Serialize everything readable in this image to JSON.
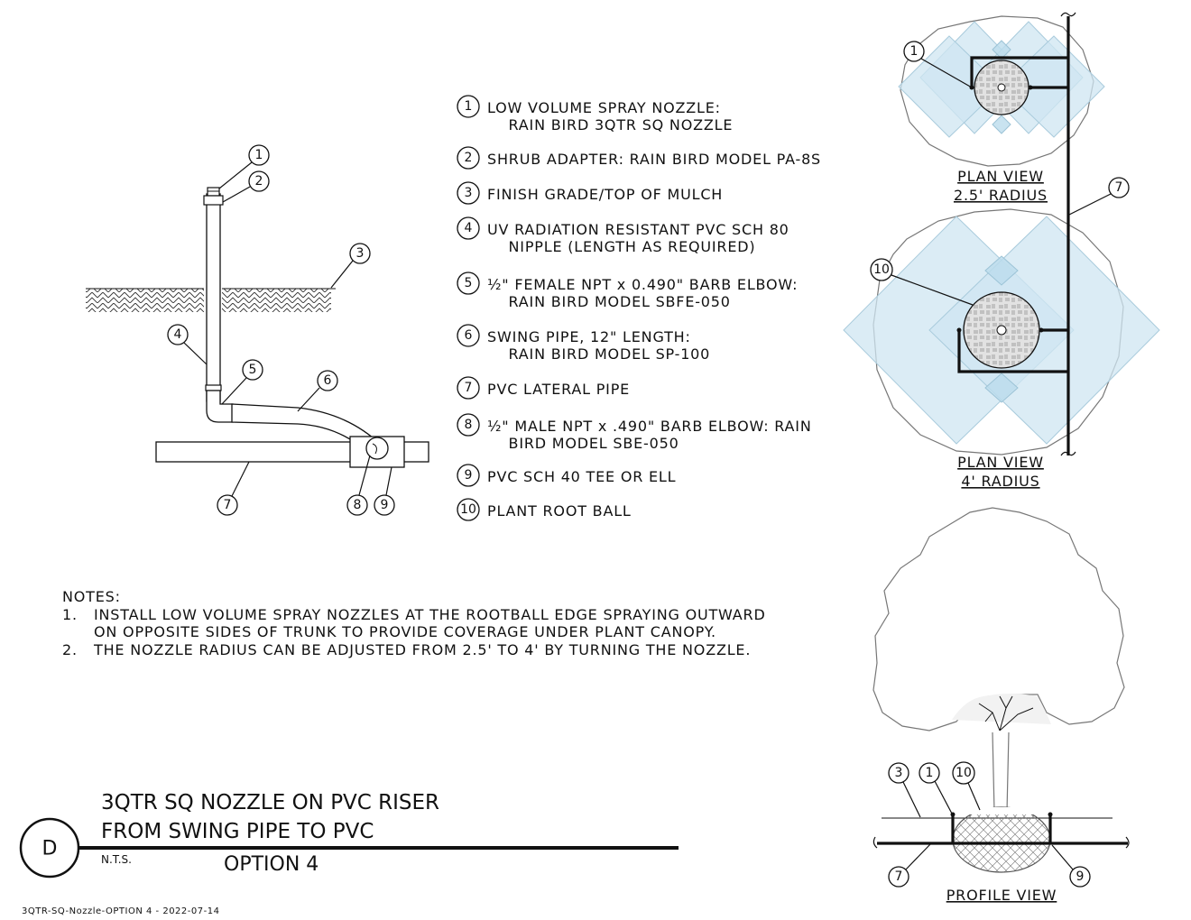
{
  "legend": [
    {
      "num": "1",
      "lines": [
        "LOW VOLUME SPRAY NOZZLE:",
        "    RAIN BIRD 3QTR SQ NOZZLE"
      ]
    },
    {
      "num": "2",
      "lines": [
        "SHRUB ADAPTER: RAIN BIRD MODEL PA-8S"
      ]
    },
    {
      "num": "3",
      "lines": [
        "FINISH GRADE/TOP OF MULCH"
      ]
    },
    {
      "num": "4",
      "lines": [
        "UV RADIATION RESISTANT PVC SCH 80",
        "    NIPPLE (LENGTH AS REQUIRED)"
      ]
    },
    {
      "num": "5",
      "lines": [
        "½\" FEMALE NPT x 0.490\" BARB ELBOW:",
        "    RAIN BIRD MODEL SBFE-050"
      ]
    },
    {
      "num": "6",
      "lines": [
        "SWING PIPE, 12\" LENGTH:",
        "    RAIN BIRD MODEL SP-100"
      ]
    },
    {
      "num": "7",
      "lines": [
        "PVC LATERAL PIPE"
      ]
    },
    {
      "num": "8",
      "lines": [
        "½\" MALE NPT x .490\" BARB ELBOW: RAIN",
        "    BIRD MODEL SBE-050"
      ]
    },
    {
      "num": "9",
      "lines": [
        "PVC SCH 40 TEE OR ELL"
      ]
    },
    {
      "num": "10",
      "lines": [
        "PLANT ROOT BALL"
      ]
    }
  ],
  "notes": {
    "heading": "NOTES:",
    "items": [
      {
        "num": "1.",
        "lines": [
          "INSTALL LOW VOLUME SPRAY NOZZLES AT THE ROOTBALL EDGE SPRAYING OUTWARD",
          "ON OPPOSITE SIDES OF TRUNK TO PROVIDE COVERAGE UNDER PLANT CANOPY."
        ]
      },
      {
        "num": "2.",
        "lines": [
          "THE NOZZLE RADIUS CAN BE ADJUSTED FROM 2.5' TO 4' BY TURNING THE NOZZLE."
        ]
      }
    ]
  },
  "views": {
    "plan_small": {
      "line1": "PLAN VIEW",
      "line2": "2.5' RADIUS"
    },
    "plan_large": {
      "line1": "PLAN VIEW",
      "line2": "4' RADIUS"
    },
    "profile": "PROFILE VIEW"
  },
  "section_callouts": {
    "section_view": [
      "1",
      "2",
      "3",
      "4",
      "5",
      "6",
      "7",
      "8",
      "9"
    ],
    "plan_small": [
      "1"
    ],
    "plan_side": [
      "7"
    ],
    "plan_large": [
      "10"
    ],
    "profile_top": [
      "3",
      "1",
      "10"
    ],
    "profile_bottom": [
      "7",
      "9"
    ]
  },
  "title_block": {
    "detail_letter": "D",
    "title_line1": "3QTR SQ NOZZLE ON PVC RISER",
    "title_line2": "FROM SWING PIPE TO PVC",
    "scale": "N.T.S.",
    "option": "OPTION 4"
  },
  "file_stamp": "3QTR-SQ-Nozzle-OPTION 4  -  2022-07-14",
  "colors": {
    "spray": "#cfe6f1",
    "line": "#111111"
  }
}
